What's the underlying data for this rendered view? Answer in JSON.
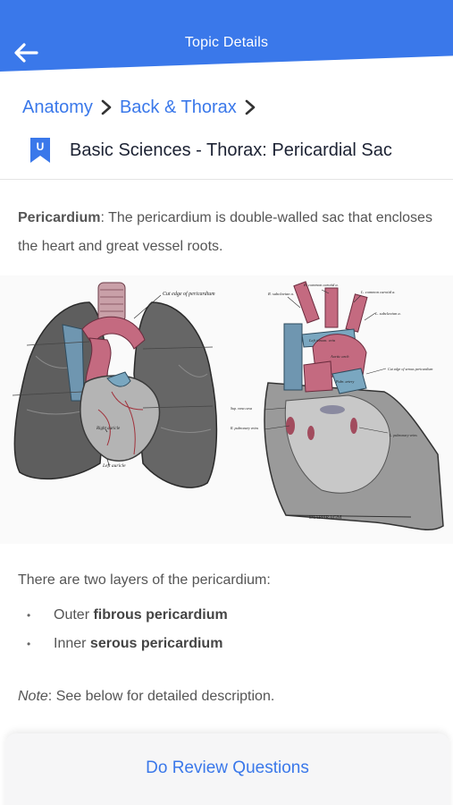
{
  "header": {
    "title": "Topic Details",
    "back_icon": "arrow-left-icon"
  },
  "breadcrumb": {
    "items": [
      "Anatomy",
      "Back & Thorax"
    ]
  },
  "topic": {
    "badge_letter": "U",
    "title": "Basic Sciences - Thorax: Pericardial Sac"
  },
  "content": {
    "intro_term": "Pericardium",
    "intro_text": ": The pericardium is double-walled sac that encloses the heart and great vessel roots.",
    "figure": {
      "left_labels": [
        "Cut edge of pericardium",
        "Right auricle",
        "Left auricle"
      ],
      "right_labels": [
        "R. subclavian a.",
        "R. common carotid a.",
        "L. common carotid a.",
        "L. subclavian a.",
        "Left innom. vein",
        "Aortic arch",
        "Cut edge of serous pericardium",
        "Sup. vena cava",
        "R. pulmonary veins",
        "Pulm. artery",
        "L. pulmonary veins",
        "DIAPHRAGM"
      ]
    },
    "layers_intro": "There are two layers of the pericardium:",
    "bullets": [
      {
        "prefix": "Outer ",
        "bold": "fibrous pericardium"
      },
      {
        "prefix": "Inner ",
        "bold": "serous pericardium"
      }
    ],
    "note_label": "Note",
    "note_text": ": See below for detailed description."
  },
  "bottom": {
    "review_label": "Do Review Questions"
  },
  "colors": {
    "accent": "#3a78ea",
    "badge": "#3a78ea",
    "title": "#1c2233"
  }
}
